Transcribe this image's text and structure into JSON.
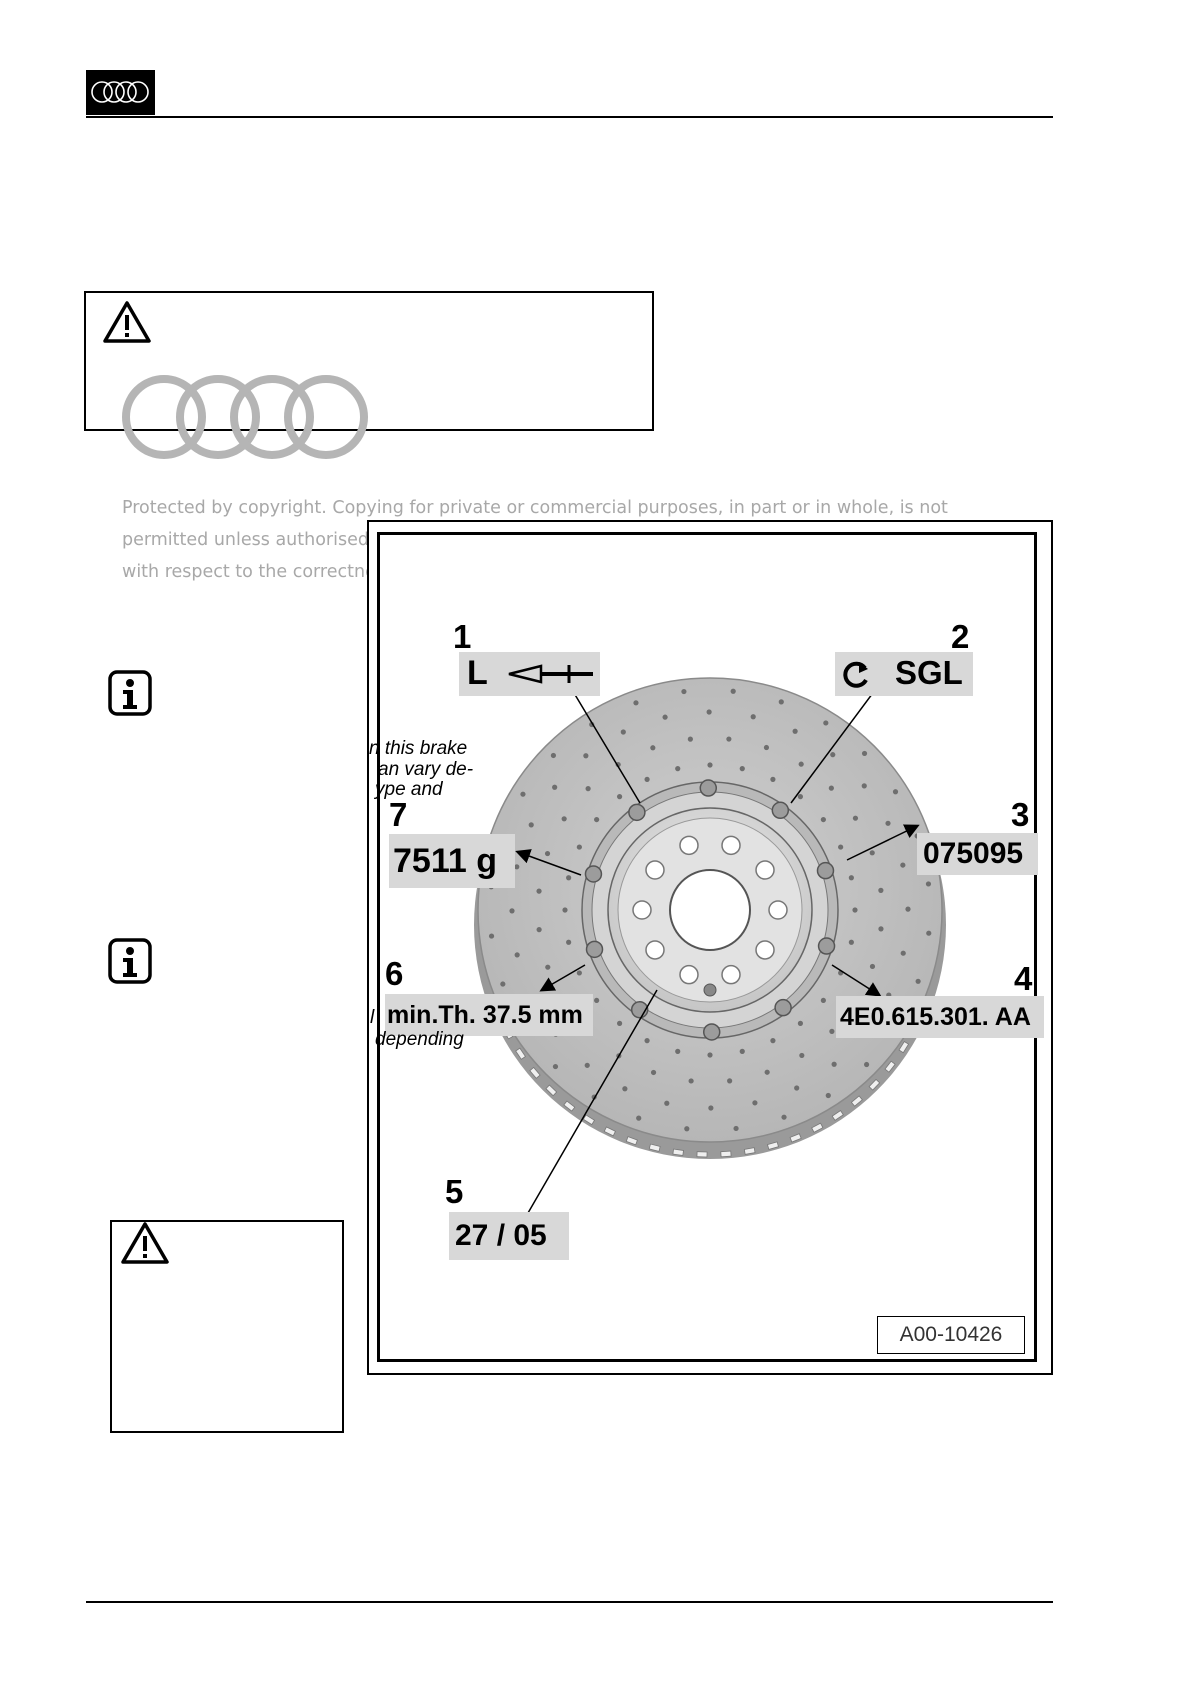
{
  "header": {
    "logo_icon": "audi-rings-icon"
  },
  "watermark": {
    "line1": "Protected by copyright. Copying for private or commercial purposes, in part or in whole, is not",
    "line2": "permitted unless authorised by AUDI AG. AUDI AG does not guarantee or accept any liability",
    "line3": "with respect to the correctness of information in this document. Copyright by AUDI AG."
  },
  "fragments": {
    "f1": "n this brake",
    "f2": "an vary de-",
    "f3": "ype and",
    "f4": "l",
    "f5": "depending"
  },
  "figure": {
    "id": "A00-10426",
    "callouts": [
      {
        "num": "1",
        "label": "L"
      },
      {
        "num": "2",
        "label": "SGL"
      },
      {
        "num": "3",
        "label": "075095"
      },
      {
        "num": "4",
        "label": "4E0.615.301. AA"
      },
      {
        "num": "5",
        "label": "27 / 05"
      },
      {
        "num": "6",
        "label": "min.Th. 37.5 mm"
      },
      {
        "num": "7",
        "label": "7511 g"
      }
    ]
  }
}
